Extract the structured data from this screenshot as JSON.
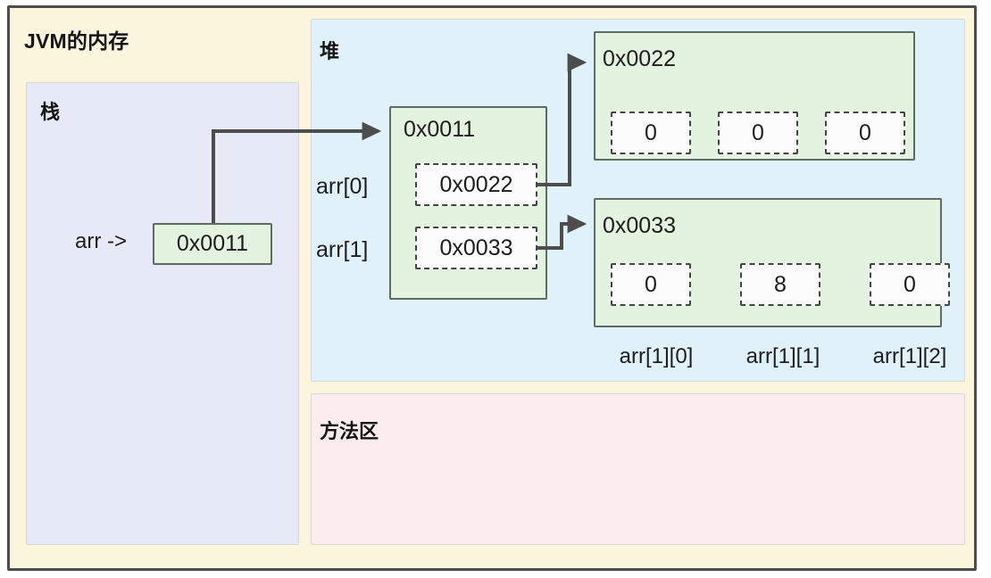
{
  "diagram": {
    "title": "JVM的内存",
    "regions": {
      "stack": {
        "title": "栈"
      },
      "heap": {
        "title": "堆"
      },
      "method_area": {
        "title": "方法区"
      }
    },
    "stack_frame": {
      "variable_label": "arr ->",
      "variable_value": "0x0011"
    },
    "heap_objects": [
      {
        "address": "0x0011",
        "kind": "outer-array",
        "slots": [
          {
            "index_label": "arr[0]",
            "value": "0x0022"
          },
          {
            "index_label": "arr[1]",
            "value": "0x0033"
          }
        ]
      },
      {
        "address": "0x0022",
        "kind": "inner-array",
        "cells": [
          "0",
          "0",
          "0"
        ],
        "cell_labels": []
      },
      {
        "address": "0x0033",
        "kind": "inner-array",
        "cells": [
          "0",
          "8",
          "0"
        ],
        "cell_labels": [
          "arr[1][0]",
          "arr[1][1]",
          "arr[1][2]"
        ]
      }
    ],
    "colors": {
      "outer_bg": "#fbf5de",
      "outer_border": "#4d4d4d",
      "stack_bg": "#e6eaf7",
      "heap_bg": "#e1f1fa",
      "method_bg": "#fbedee",
      "object_bg": "#e4f2e0",
      "object_border": "#5c6b63",
      "cell_bg": "#fbfcfb",
      "cell_border": "#444444",
      "arrow": "#4d4d4d",
      "text": "#1d1d1d"
    }
  }
}
